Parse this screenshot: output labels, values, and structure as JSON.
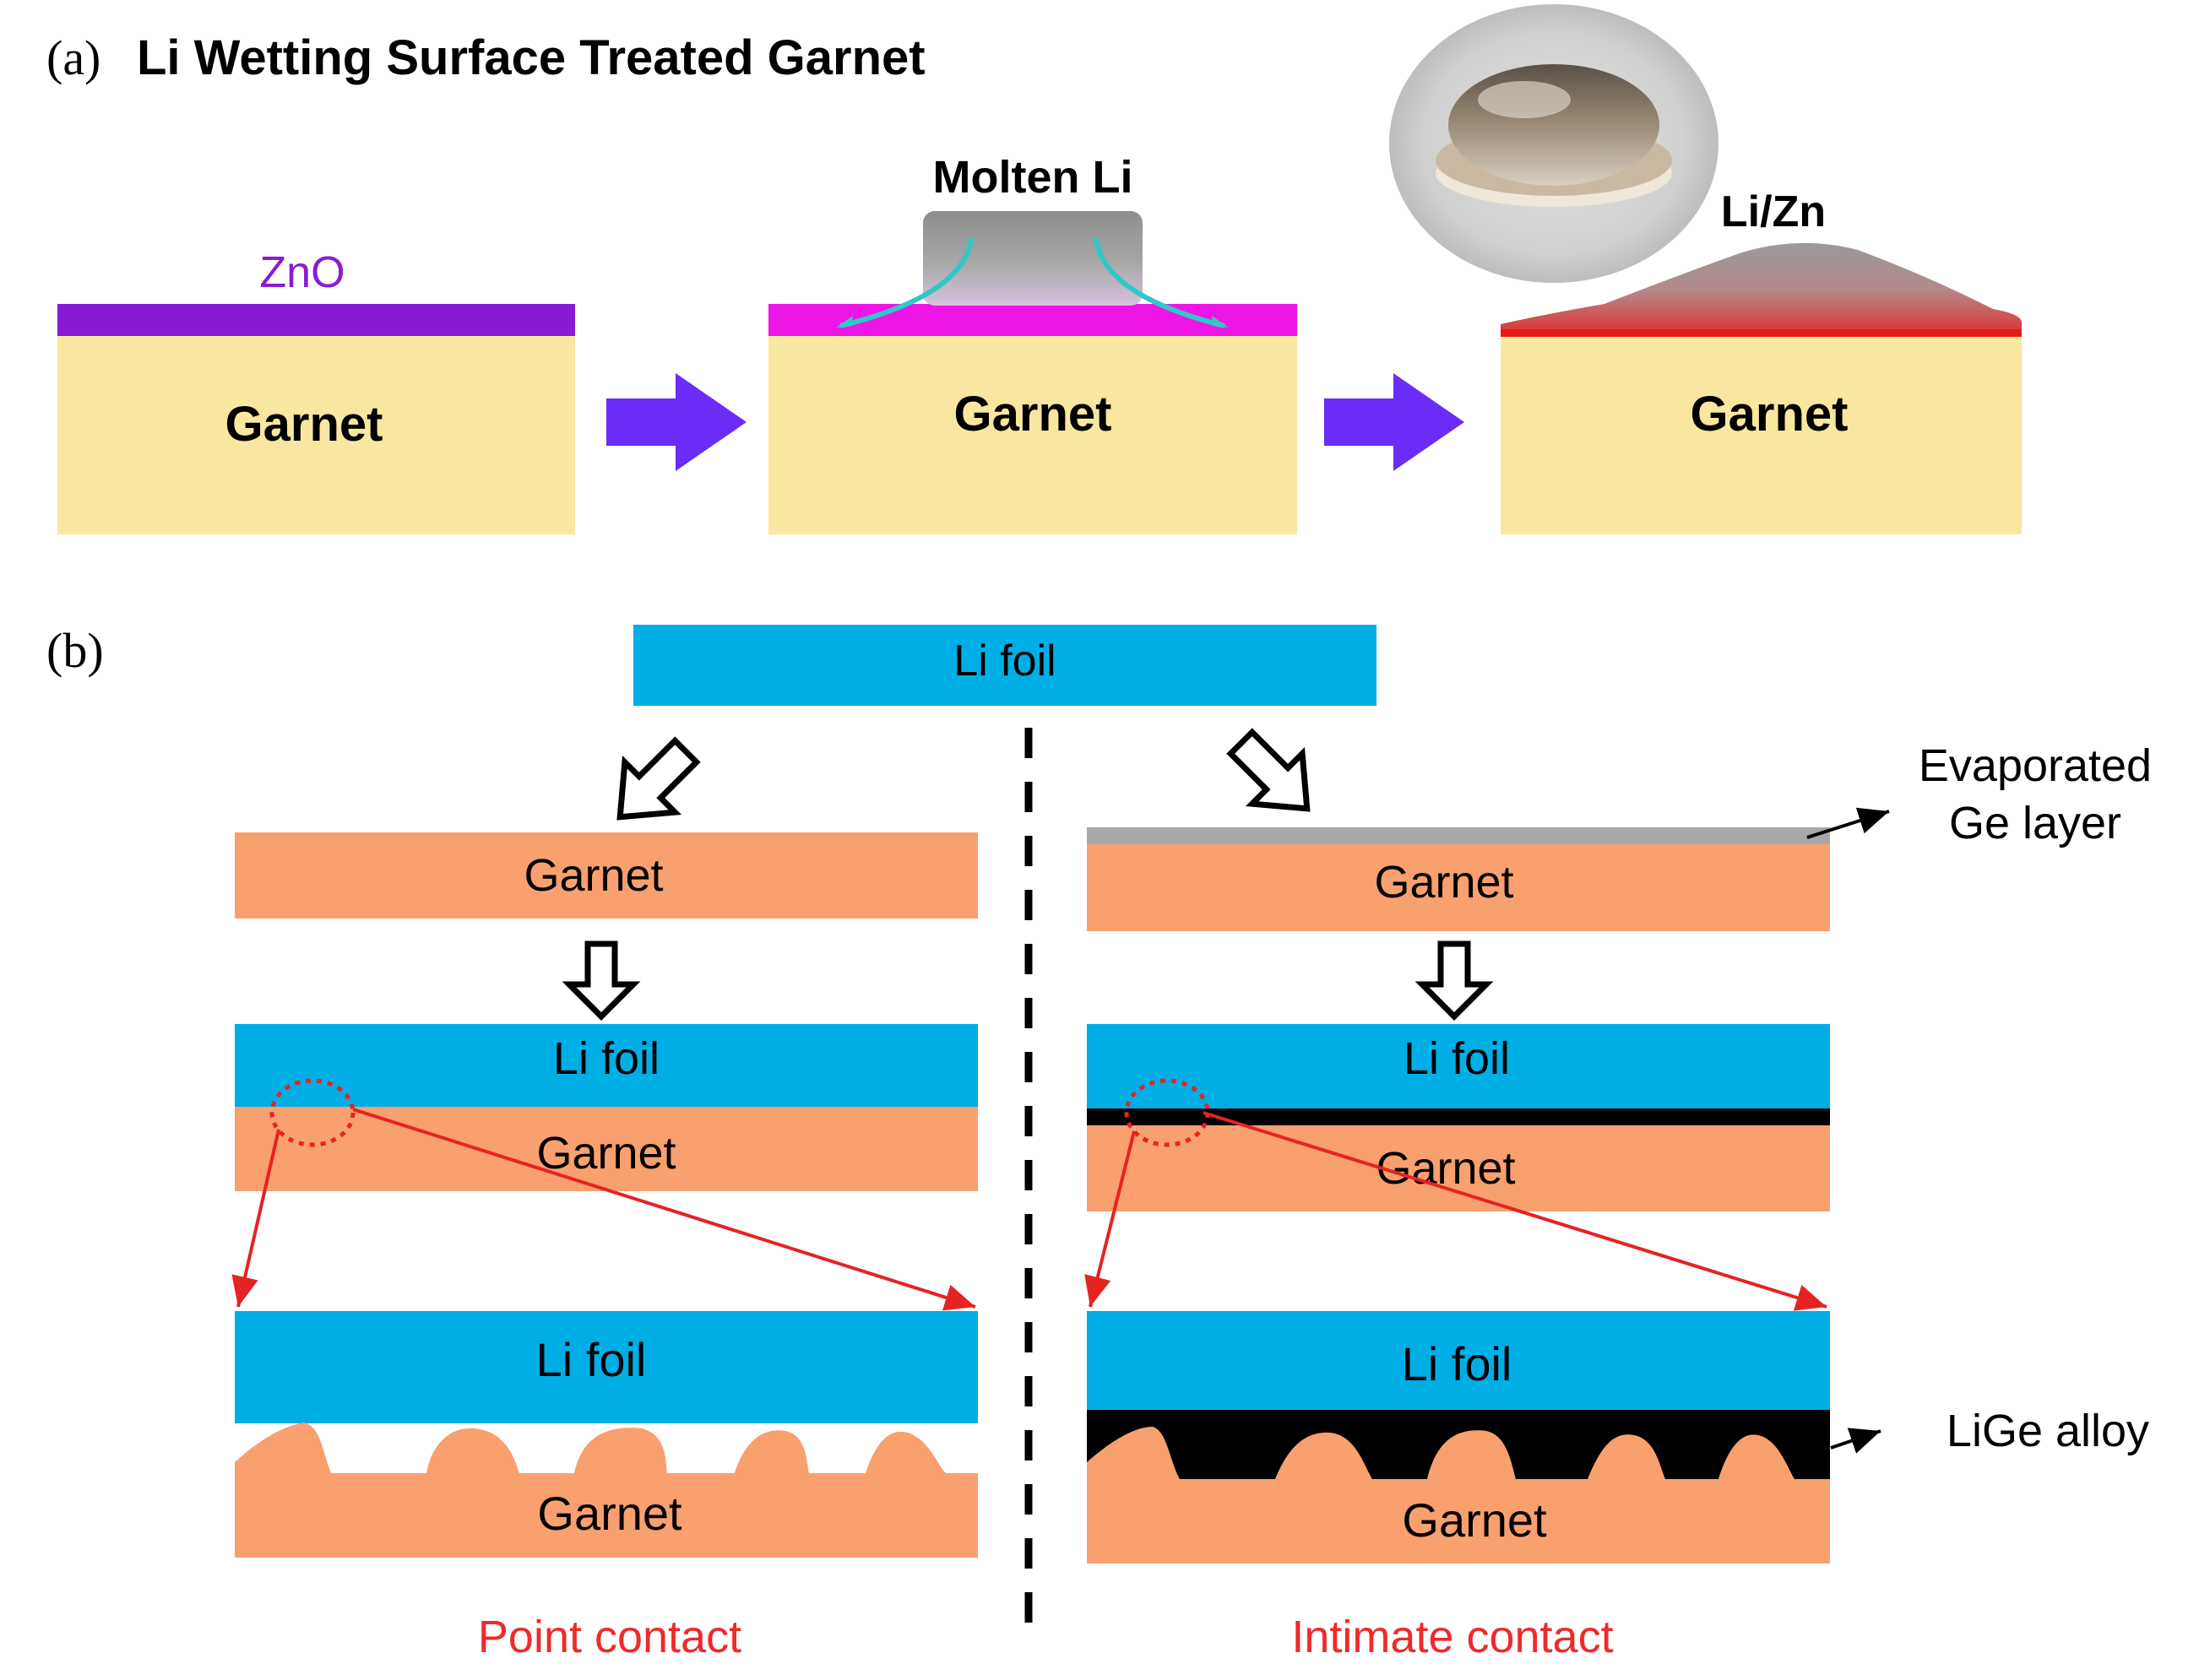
{
  "panel_a": {
    "label": "(a)",
    "title": "Li Wetting Surface Treated Garnet",
    "step1": {
      "layer_label": "ZnO",
      "substrate_label": "Garnet"
    },
    "step2": {
      "top_label": "Molten Li",
      "substrate_label": "Garnet"
    },
    "step3": {
      "top_label": "Li/Zn",
      "substrate_label": "Garnet"
    }
  },
  "panel_b": {
    "label": "(b)",
    "top_foil": "Li foil",
    "left": {
      "garnet1": "Garnet",
      "foil2": "Li foil",
      "garnet2": "Garnet",
      "foil3": "Li foil",
      "garnet3": "Garnet",
      "caption": "Point contact"
    },
    "right": {
      "ge_label_line1": "Evaporated",
      "ge_label_line2": "Ge layer",
      "garnet1": "Garnet",
      "foil2": "Li foil",
      "garnet2": "Garnet",
      "foil3": "Li foil",
      "alloy_label": "LiGe alloy",
      "garnet3": "Garnet",
      "caption": "Intimate contact"
    }
  },
  "colors": {
    "garnet_a": "#f8e7a0",
    "zno": "#8a1ad6",
    "zno_pink": "#ee16e6",
    "lizn_red": "#e31b1b",
    "step_arrow": "#6a2cf6",
    "li_foil": "#00aee6",
    "garnet_b": "#f9a06f",
    "ge_layer": "#a8a8a8",
    "alloy": "#000000",
    "caption_red": "#ee2a2a",
    "zoom_red": "#e52323"
  }
}
